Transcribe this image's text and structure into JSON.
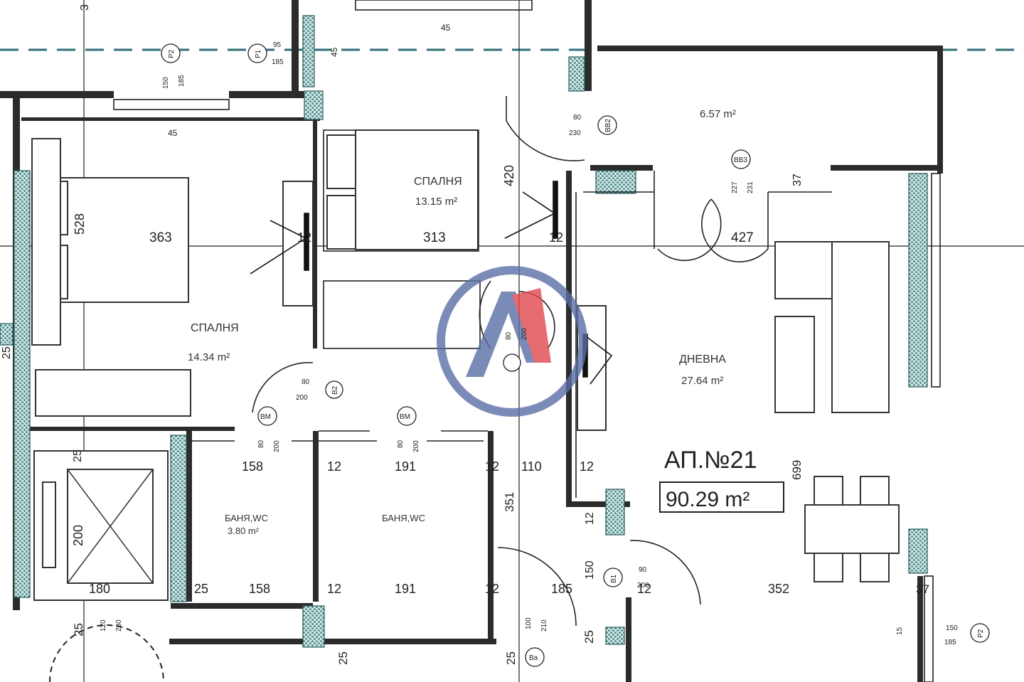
{
  "rooms": {
    "bedroom_left": {
      "name": "СПАЛНЯ",
      "area": "14.34 m²"
    },
    "bedroom_top": {
      "name": "СПАЛНЯ",
      "area": "13.15 m²"
    },
    "living": {
      "name": "ДНЕВНА",
      "area": "27.64 m²"
    },
    "bath_left": {
      "name": "БАНЯ,WC",
      "area": "3.80 m²"
    },
    "bath_right": {
      "name": "БАНЯ,WC"
    },
    "balcony": {
      "area": "6.57 m²"
    }
  },
  "apartment": {
    "label": "АП.№21",
    "area": "90.29 m²"
  },
  "dimensions": {
    "d363": "363",
    "d313": "313",
    "d528": "528",
    "d420": "420",
    "d12a": "12",
    "d12b": "12",
    "d427": "427",
    "d37a": "37",
    "d45a": "45",
    "d45b": "45",
    "d45c": "45",
    "d158a": "158",
    "d12c": "12",
    "d191a": "191",
    "d12d": "12",
    "d110": "110",
    "d12e": "12",
    "d699": "699",
    "d351": "351",
    "d25a": "25",
    "d200": "200",
    "d180": "180",
    "d25b": "25",
    "d158b": "158",
    "d12f": "12",
    "d191b": "191",
    "d12g": "12",
    "d185": "185",
    "d12h": "12",
    "d352": "352",
    "d37b": "37",
    "d150": "150",
    "d12i": "12",
    "d25c": "25",
    "d25d": "25",
    "d25e": "25",
    "d25f": "25",
    "d25g": "25",
    "d3": "3"
  },
  "door_tags": {
    "p2_top": "P2",
    "p1": "P1",
    "p1_w": "95",
    "p1_h": "185",
    "p2_w": "150",
    "p2_h": "185",
    "vb2": "BB2",
    "vb2_w": "80",
    "vb2_h": "230",
    "vb3": "BB3",
    "vb3_w": "227",
    "vb3_h": "231",
    "b2": "B2",
    "b2_w": "80",
    "b2_h": "200",
    "bm1": "BM",
    "bm1_w": "80",
    "bm1_h": "200",
    "bm2": "BM",
    "bm2_w": "80",
    "bm2_h": "200",
    "b1": "B1",
    "b1_w": "90",
    "b1_h": "200",
    "ba": "Ba",
    "ba_w": "100",
    "ba_h": "210",
    "p2_br": "P2",
    "p2_br_w": "150",
    "p2_br_h": "185",
    "p2_br_s": "15",
    "c_w": "80",
    "c_h": "200",
    "lift_w": "120",
    "lift_h": "230"
  },
  "colors": {
    "wall": "#2b2b2b",
    "hatch": "#2f7a78",
    "dash": "#2f6f78",
    "logo_blue": "#5b6fa6",
    "logo_red": "#e0484f"
  }
}
